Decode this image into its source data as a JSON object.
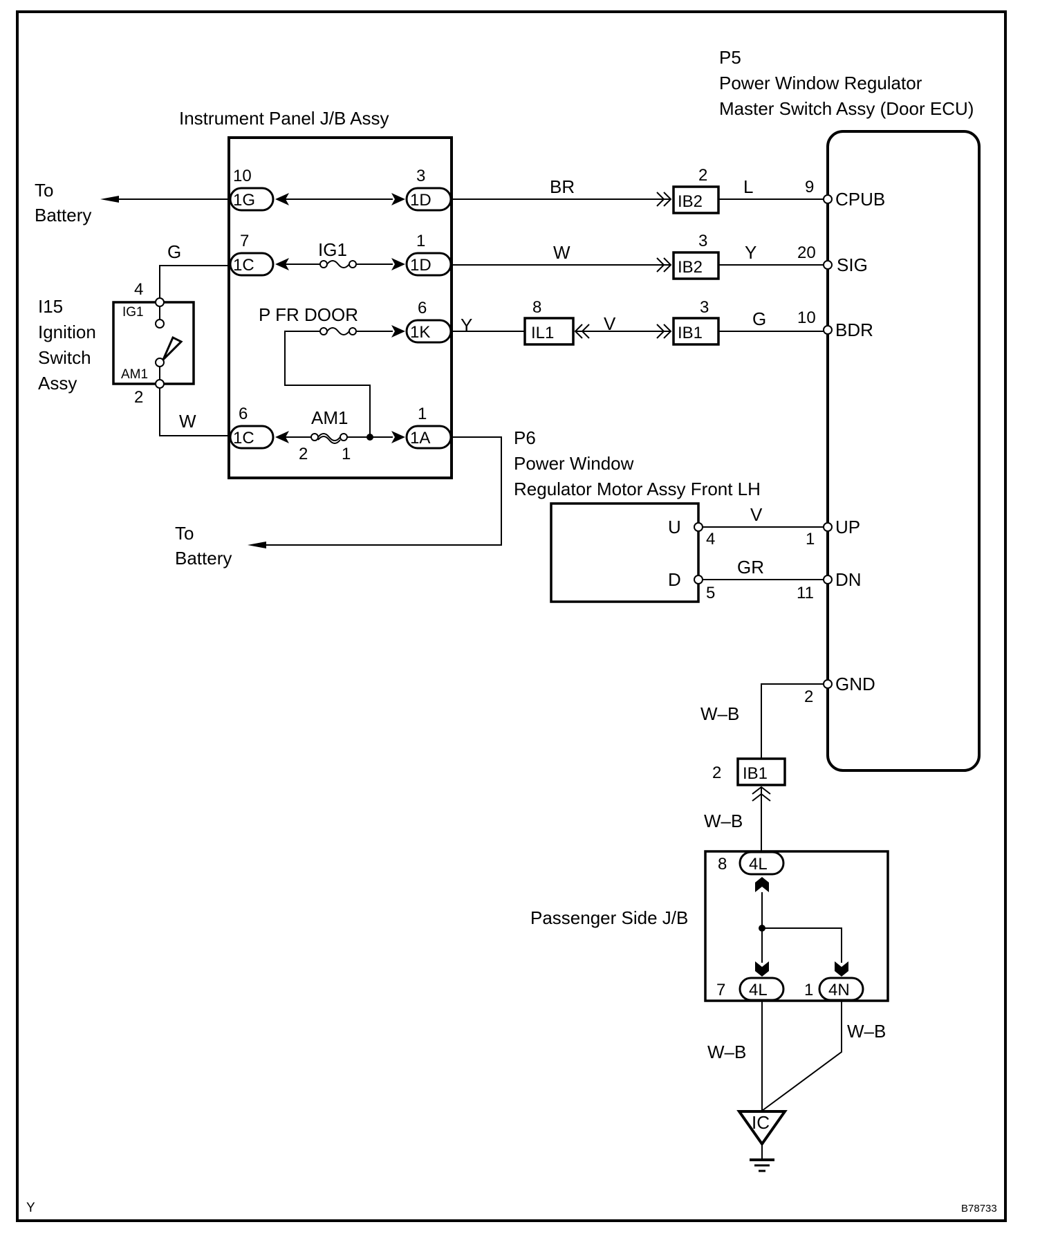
{
  "diagram": {
    "figure_code": "B78733",
    "corner_mark": "Y",
    "components": {
      "ip_jb": {
        "title": "Instrument Panel J/B Assy"
      },
      "ecu": {
        "code": "P5",
        "name_line1": "Power Window Regulator",
        "name_line2": "Master Switch Assy (Door ECU)",
        "terminals": [
          {
            "name": "CPUB",
            "pin": "9"
          },
          {
            "name": "SIG",
            "pin": "20"
          },
          {
            "name": "BDR",
            "pin": "10"
          },
          {
            "name": "UP",
            "pin": "1"
          },
          {
            "name": "DN",
            "pin": "11"
          },
          {
            "name": "GND",
            "pin": "2"
          }
        ]
      },
      "motor": {
        "code": "P6",
        "name_line1": "Power Window",
        "name_line2": "Regulator Motor Assy Front LH",
        "terminals": [
          {
            "name": "U",
            "pin": "4"
          },
          {
            "name": "D",
            "pin": "5"
          }
        ]
      },
      "ign_switch": {
        "code": "I15",
        "name_line1": "Ignition",
        "name_line2": "Switch",
        "name_line3": "Assy",
        "terminals": [
          {
            "name": "IG1",
            "pin": "4"
          },
          {
            "name": "AM1",
            "pin": "2"
          }
        ]
      },
      "pass_jb": {
        "title": "Passenger Side J/B"
      },
      "ground": {
        "label": "IC"
      }
    },
    "to_battery_top": {
      "line1": "To",
      "line2": "Battery"
    },
    "to_battery_bottom": {
      "line1": "To",
      "line2": "Battery"
    },
    "jb_connectors": {
      "c1g": {
        "label": "1G",
        "pin": "10"
      },
      "c1d_a": {
        "label": "1D",
        "pin": "3"
      },
      "c1c_a": {
        "label": "1C",
        "pin": "7"
      },
      "c1d_b": {
        "label": "1D",
        "pin": "1"
      },
      "c1k": {
        "label": "1K",
        "pin": "6"
      },
      "c1c_b": {
        "label": "1C",
        "pin": "6"
      },
      "c1a": {
        "label": "1A",
        "pin": "1"
      }
    },
    "fuses": {
      "ig1": {
        "label": "IG1"
      },
      "pfrdoor": {
        "label": "P FR DOOR"
      },
      "am1": {
        "label": "AM1",
        "pin_left": "2",
        "pin_right": "1"
      }
    },
    "inline_connectors": {
      "ib2_a": {
        "label": "IB2",
        "pin": "2"
      },
      "ib2_b": {
        "label": "IB2",
        "pin": "3"
      },
      "il1": {
        "label": "IL1",
        "pin": "8"
      },
      "ib1_a": {
        "label": "IB1",
        "pin": "3"
      },
      "ib1_b": {
        "label": "IB1",
        "pin": "2"
      }
    },
    "pass_jb_connectors": {
      "top_4l": {
        "label": "4L",
        "pin": "8"
      },
      "bot_4l": {
        "label": "4L",
        "pin": "7"
      },
      "bot_4n": {
        "label": "4N",
        "pin": "1"
      }
    },
    "wire_colors": {
      "br": "BR",
      "l": "L",
      "w_sig": "W",
      "y_sig": "Y",
      "y_bdr": "Y",
      "v_bdr": "V",
      "g_bdr": "G",
      "g_ign": "G",
      "w_ign": "W",
      "v_up": "V",
      "gr_dn": "GR",
      "wb_gnd1": "W–B",
      "wb_gnd2": "W–B",
      "wb_gnd3": "W–B",
      "wb_gnd4": "W–B"
    }
  }
}
